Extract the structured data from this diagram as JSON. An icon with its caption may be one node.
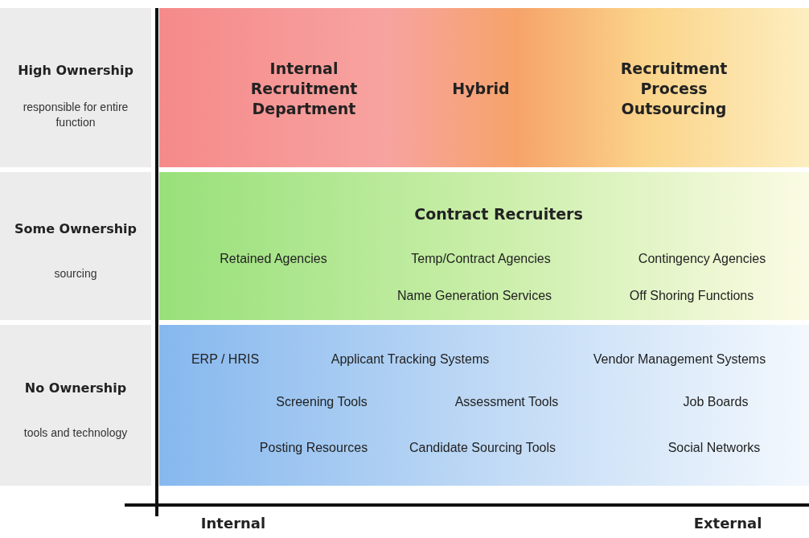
{
  "diagram": {
    "nodes": [
      {
        "text": [
          "High Ownership",
          "responsible for entire function"
        ]
      },
      {
        "text": [
          "Internal Recruitment Department",
          "Hybrid",
          "Recruitment Process Outsourcing"
        ]
      },
      {
        "text": [
          "Some Ownership",
          "sourcing"
        ]
      },
      {
        "text": [
          "Contract Recruiters",
          "Retained Agencies",
          "Temp/Contract Agencies",
          "Contingency Agencies",
          "Name Generation Services",
          "Off Shoring Functions"
        ]
      },
      {
        "text": [
          "No Ownership",
          "tools and technology"
        ]
      },
      {
        "text": [
          "ERP / HRIS",
          "Applicant Tracking Systems",
          "Vendor Management Systems",
          "Screening Tools",
          "Assessment Tools",
          "Job Boards",
          "Posting Resources",
          "Candidate Sourcing Tools",
          "Social Networks"
        ]
      }
    ],
    "labels": [
      "Internal",
      "External"
    ]
  }
}
